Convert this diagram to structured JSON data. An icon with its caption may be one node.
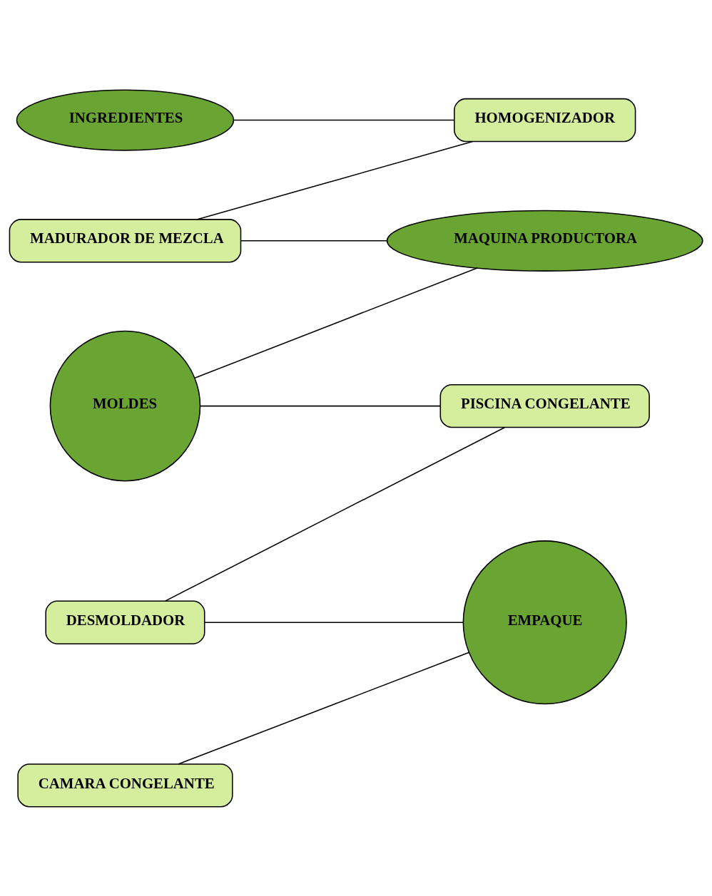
{
  "diagram": {
    "nodes": [
      {
        "text": [
          "INGREDIENTES"
        ]
      },
      {
        "text": [
          "HOMOGENIZADOR"
        ]
      },
      {
        "text": [
          "MADURADOR DE MEZCLA"
        ]
      },
      {
        "text": [
          "MAQUINA PRODUCTORA"
        ]
      },
      {
        "text": [
          "MOLDES"
        ]
      },
      {
        "text": [
          "PISCINA CONGELANTE"
        ]
      },
      {
        "text": [
          "DESMOLDADOR"
        ]
      },
      {
        "text": [
          "EMPAQUE"
        ]
      },
      {
        "text": [
          "CAMARA CONGELANTE"
        ]
      }
    ],
    "edges": [
      {
        "from": 0,
        "to": 1,
        "arrow": "none"
      },
      {
        "from": 1,
        "to": 2,
        "arrow": "none"
      },
      {
        "from": 2,
        "to": 3,
        "arrow": "none"
      },
      {
        "from": 3,
        "to": 4,
        "arrow": "none"
      },
      {
        "from": 4,
        "to": 5,
        "arrow": "none"
      },
      {
        "from": 5,
        "to": 6,
        "arrow": "none"
      },
      {
        "from": 6,
        "to": 7,
        "arrow": "none"
      },
      {
        "from": 7,
        "to": 8,
        "arrow": "none"
      }
    ]
  }
}
